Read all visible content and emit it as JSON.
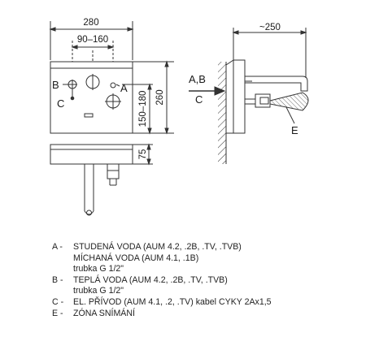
{
  "dims": {
    "width_total": "280",
    "spacing": "90–160",
    "height_total": "260",
    "height_range": "150–180",
    "depth": "75",
    "projection": "~250"
  },
  "labels": {
    "a": "A",
    "b": "B",
    "c": "C",
    "ab": "A,B",
    "c_side": "C",
    "e": "E"
  },
  "legend": [
    {
      "key": "A -",
      "lines": [
        "STUDENÁ VODA (AUM 4.2, .2B, .TV, .TVB)",
        "MÍCHANÁ VODA (AUM 4.1, .1B)",
        "trubka G 1/2\""
      ]
    },
    {
      "key": "B -",
      "lines": [
        "TEPLÁ VODA (AUM 4.2, .2B, .TV, .TVB)",
        "trubka G 1/2\""
      ]
    },
    {
      "key": "C -",
      "lines": [
        "EL. PŘÍVOD (AUM 4.1, .2, .TV) kabel CYKY 2Ax1,5"
      ]
    },
    {
      "key": "E -",
      "lines": [
        "ZÓNA SNÍMÁNÍ"
      ]
    }
  ]
}
